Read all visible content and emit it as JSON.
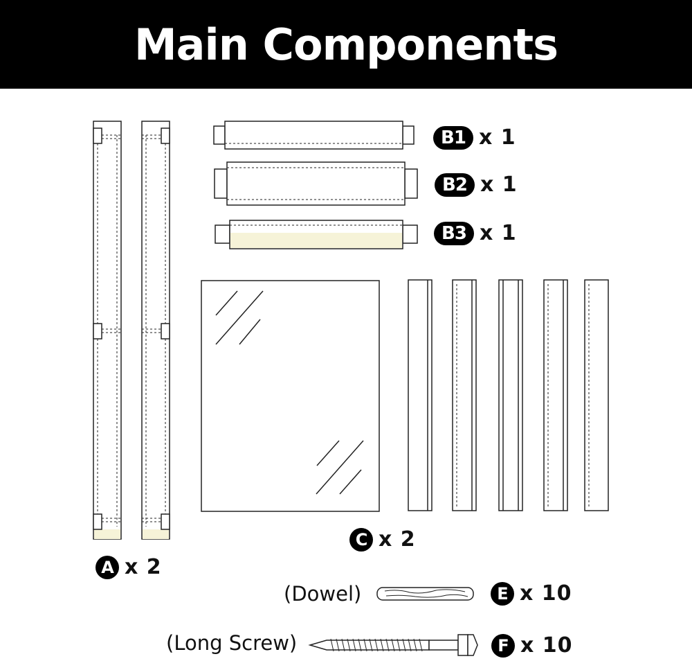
{
  "title": "Main Components",
  "parts": {
    "A": {
      "id": "A",
      "qty": "x 2"
    },
    "B1": {
      "id": "B1",
      "qty": "x 1"
    },
    "B2": {
      "id": "B2",
      "qty": "x 1"
    },
    "B3": {
      "id": "B3",
      "qty": "x 1"
    },
    "C": {
      "id": "C",
      "qty": "x 2"
    },
    "E": {
      "id": "E",
      "qty": "x 10",
      "desc": "(Dowel)"
    },
    "F": {
      "id": "F",
      "qty": "x 10",
      "desc": "(Long Screw)"
    }
  },
  "colors": {
    "header_bg": "#000000",
    "wood_tint": "#f6f3d8",
    "line": "#222222"
  }
}
